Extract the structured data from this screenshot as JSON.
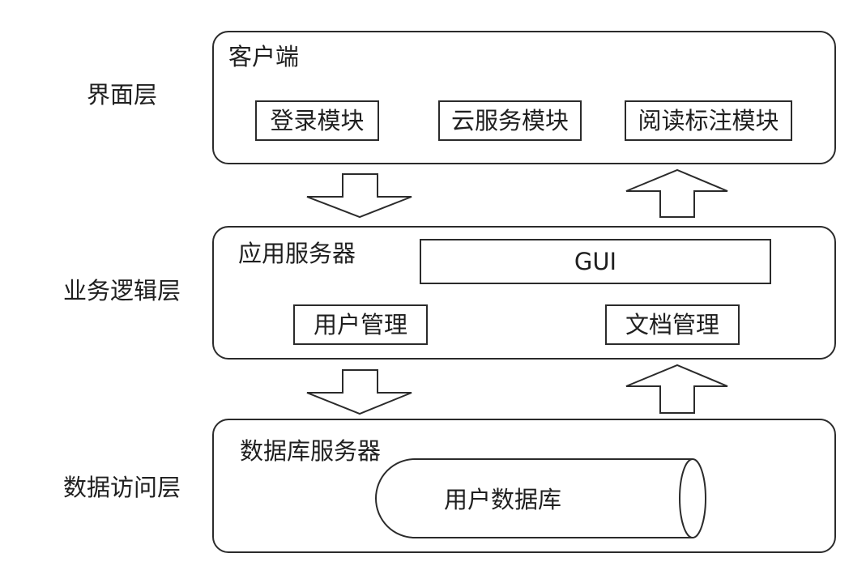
{
  "layers": {
    "ui": "界面层",
    "logic": "业务逻辑层",
    "data": "数据访问层"
  },
  "client": {
    "title": "客户端",
    "modules": [
      "登录模块",
      "云服务模块",
      "阅读标注模块"
    ]
  },
  "app_server": {
    "title": "应用服务器",
    "gui": "GUI",
    "modules": [
      "用户管理",
      "文档管理"
    ]
  },
  "db_server": {
    "title": "数据库服务器",
    "database": "用户数据库"
  },
  "colors": {
    "stroke": "#2b2b2b",
    "text": "#1f1f1f",
    "background": "#ffffff"
  }
}
